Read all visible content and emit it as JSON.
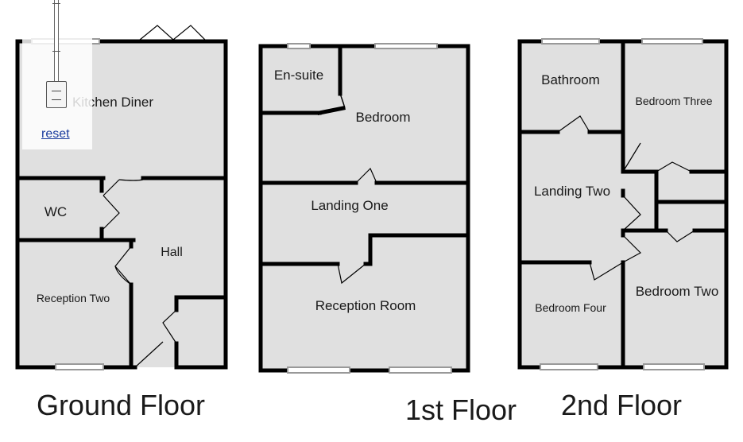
{
  "floors": {
    "ground": {
      "title": "Ground Floor",
      "rooms": {
        "kitchen_diner": "Kitchen Diner",
        "wc": "WC",
        "hall": "Hall",
        "reception_two": "Reception Two"
      }
    },
    "first": {
      "title": "1st Floor",
      "rooms": {
        "en_suite": "En-suite",
        "bedroom": "Bedroom",
        "landing_one": "Landing One",
        "reception_room": "Reception Room"
      }
    },
    "second": {
      "title": "2nd Floor",
      "rooms": {
        "bathroom": "Bathroom",
        "bedroom_three": "Bedroom Three",
        "landing_two": "Landing Two",
        "bedroom_two": "Bedroom Two",
        "bedroom_four": "Bedroom Four"
      }
    }
  },
  "zoom_control": {
    "reset_label": "reset"
  },
  "colors": {
    "wall": "#000000",
    "floor_fill": "#e0e0e0",
    "link": "#1a3c9e"
  }
}
